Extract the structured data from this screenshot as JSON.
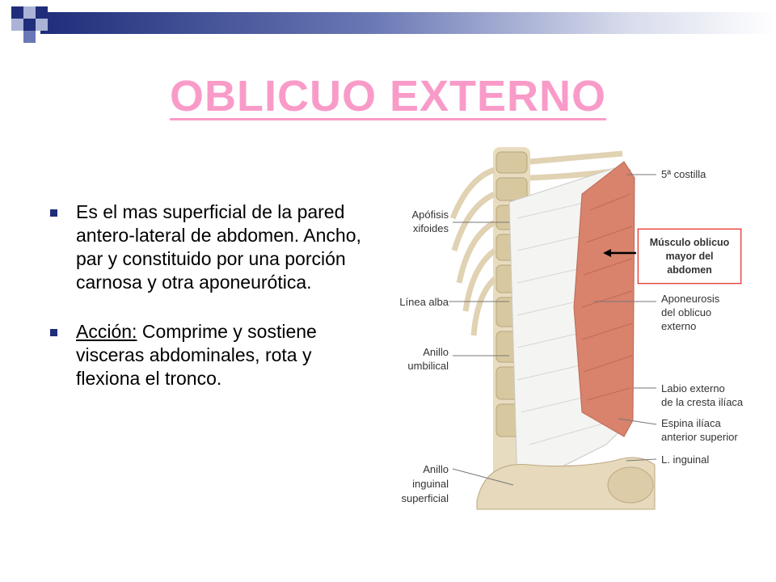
{
  "slide": {
    "title": "OBLICUO EXTERNO",
    "bullet1": "Es el mas superficial de la pared antero-lateral de abdomen. Ancho, par y constituido por una porción carnosa y otra aponeurótica.",
    "bullet2_prefix": "Acción:",
    "bullet2_text": " Comprime y sostiene visceras abdominales, rota y flexiona el tronco."
  },
  "figure": {
    "labels": {
      "costilla": "5ª costilla",
      "apofisis1": "Apófisis",
      "apofisis2": "xifoides",
      "linea": "Línea alba",
      "anillo_umb1": "Anillo",
      "anillo_umb2": "umbilical",
      "anillo_ing1": "Anillo",
      "anillo_ing2": "inguinal",
      "anillo_ing3": "superficial",
      "apon1": "Aponeurosis",
      "apon2": "del oblicuo",
      "apon3": "externo",
      "labio1": "Labio externo",
      "labio2": "de la cresta ilíaca",
      "espina1": "Espina ilíaca",
      "espina2": "anterior superior",
      "inguinal": "L. inguinal"
    },
    "callout": {
      "line1": "Músculo oblicuo",
      "line2": "mayor del",
      "line3": "abdomen"
    }
  },
  "colors": {
    "title": "#f99bc8",
    "bullet": "#1f2d7a",
    "muscle": "#d9826c",
    "callout_border": "#e53935"
  }
}
